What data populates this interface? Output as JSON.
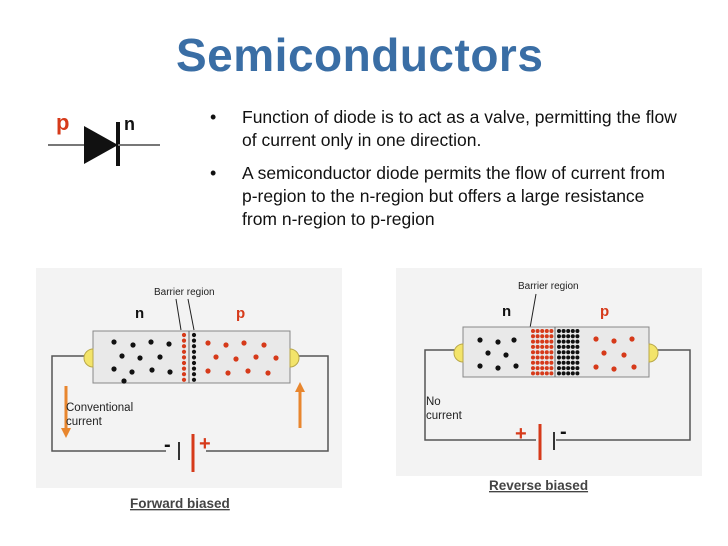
{
  "slide": {
    "title": "Semiconductors",
    "bullets": [
      "Function of diode is to act as a valve, permitting the flow of current only in one direction.",
      "A semiconductor diode permits the flow of current from p-region to the n-region but offers a large resistance from n-region to p-region"
    ]
  },
  "diode_symbol": {
    "p_label": "p",
    "n_label": "n"
  },
  "forward": {
    "barrier_label": "Barrier region",
    "n_label": "n",
    "p_label": "p",
    "conventional_line1": "Conventional",
    "conventional_line2": "current",
    "minus": "-",
    "plus": "+",
    "caption": "Forward biased"
  },
  "reverse": {
    "barrier_label": "Barrier region",
    "n_label": "n",
    "p_label": "p",
    "nocurrent_line1": "No",
    "nocurrent_line2": "current",
    "minus": "-",
    "plus": "+",
    "caption": "Reverse biased"
  },
  "colors": {
    "title": "#3a6ea5",
    "p_red": "#d63a1a",
    "arrow_orange": "#e8862e",
    "contact_yellow": "#f3e46a",
    "body_grey": "#e9e9e9",
    "diagram_bg": "#f3f3f3"
  }
}
